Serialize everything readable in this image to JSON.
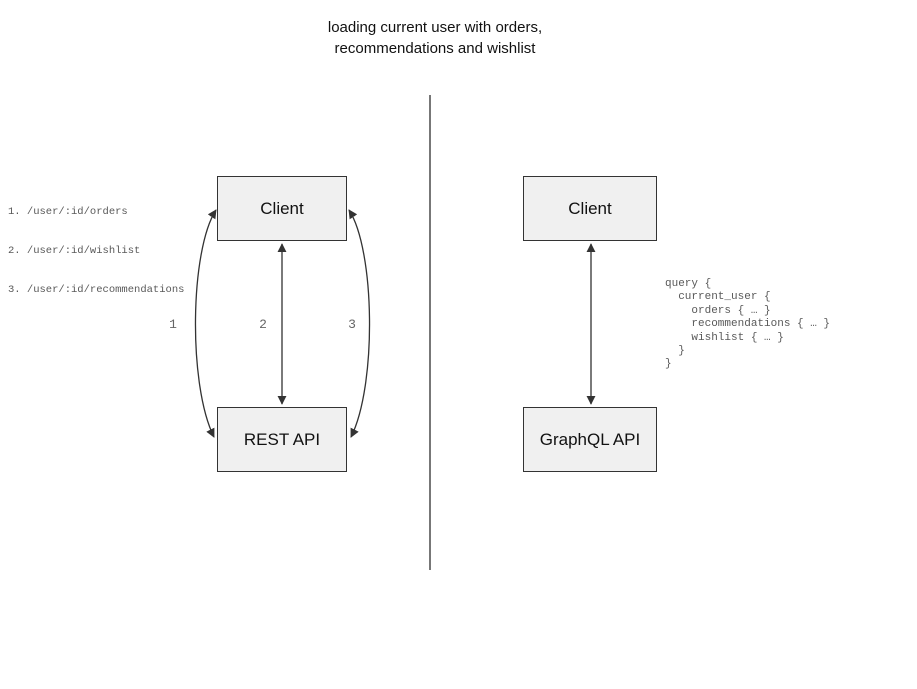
{
  "title": "loading current user with orders,\nrecommendations and wishlist",
  "left_panel": {
    "endpoints": [
      "1. /user/:id/orders",
      "2. /user/:id/wishlist",
      "3. /user/:id/recommendations"
    ],
    "client_label": "Client",
    "api_label": "REST API",
    "arrow_labels": [
      "1",
      "2",
      "3"
    ]
  },
  "right_panel": {
    "client_label": "Client",
    "api_label": "GraphQL API",
    "query": "query {\n  current_user {\n    orders { … }\n    recommendations { … }\n    wishlist { … }\n  }\n}"
  },
  "colors": {
    "box_fill": "#f0f0f0",
    "box_border": "#333333",
    "arrow": "#333333",
    "divider": "#777777",
    "mono_text": "#595959",
    "text": "#111111"
  }
}
